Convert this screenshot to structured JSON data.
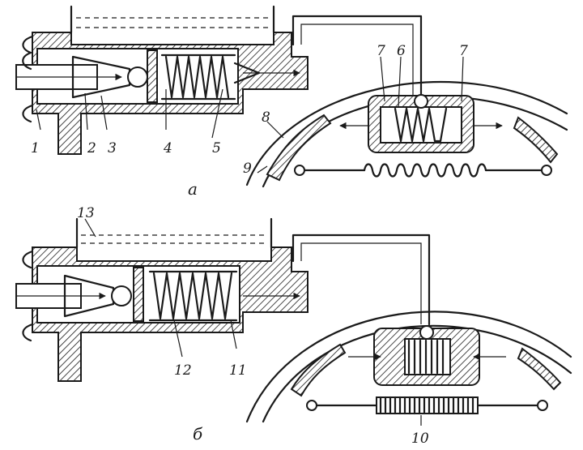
{
  "labels": {
    "l1": "1",
    "l2": "2",
    "l3": "3",
    "l4": "4",
    "l5": "5",
    "l6": "6",
    "l7a": "7",
    "l7b": "7",
    "l8": "8",
    "l9": "9",
    "l10": "10",
    "l11": "11",
    "l12": "12",
    "l13": "13",
    "view_a": "а",
    "view_b": "б"
  }
}
